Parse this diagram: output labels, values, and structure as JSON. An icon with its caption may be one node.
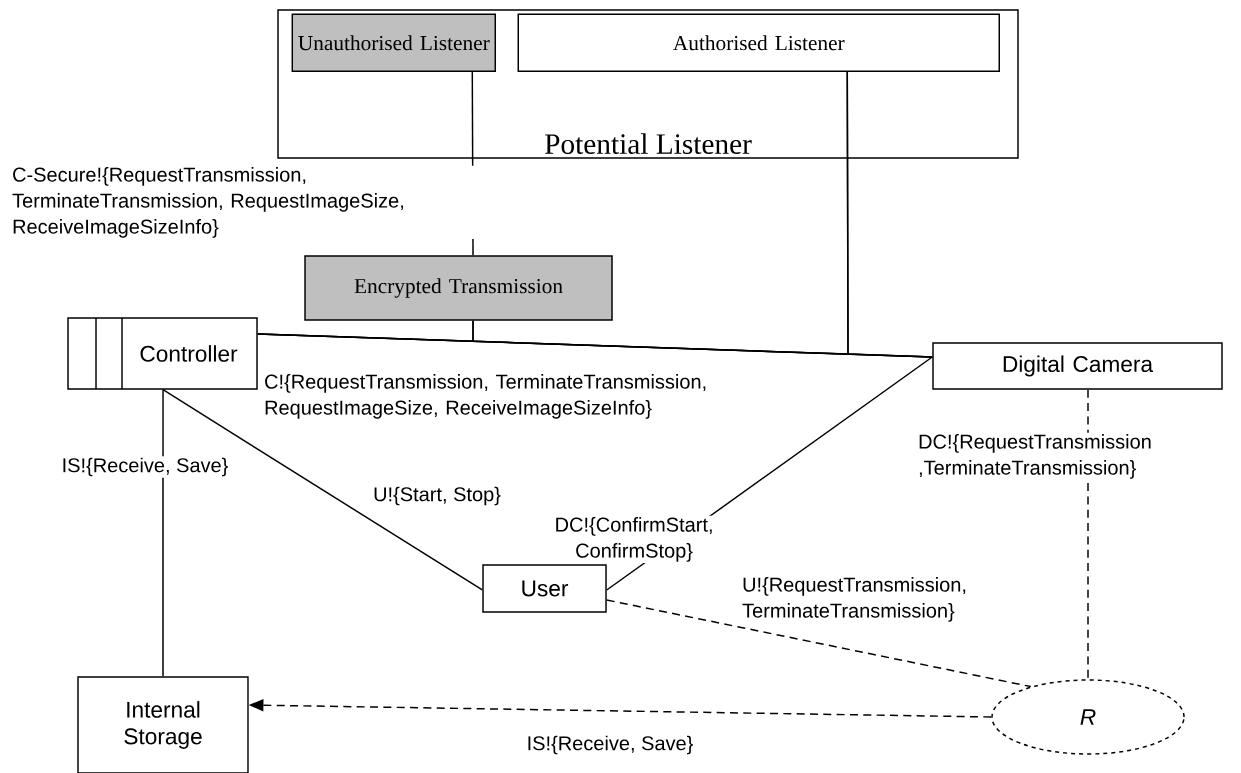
{
  "diagram": {
    "nodes": [
      {
        "text": [
          "Potential Listener"
        ]
      },
      {
        "text": [
          "Unauthorised Listener"
        ],
        "in": 0
      },
      {
        "text": [
          "Authorised Listener"
        ],
        "in": 0
      },
      {
        "text": [
          "Encrypted Transmission"
        ]
      },
      {
        "text": [
          "Controller"
        ]
      },
      {
        "text": [
          "Digital Camera"
        ]
      },
      {
        "text": [
          "User"
        ]
      },
      {
        "text": [
          "Internal Storage"
        ]
      },
      {
        "text": [
          "R"
        ]
      }
    ],
    "edges": [
      {
        "from": 1,
        "to": 3,
        "arrow": "none",
        "label": "C-Secure!{RequestTransmission, TerminateTransmission, RequestImageSize, ReceiveImageSizeInfo}"
      },
      {
        "from": 4,
        "to": 5,
        "arrow": "none",
        "label": "C!{RequestTransmission, TerminateTransmission, RequestImageSize, ReceiveImageSizeInfo}"
      },
      {
        "from": 3,
        "to": 4,
        "arrow": "none"
      },
      {
        "from": 3,
        "to": 5,
        "arrow": "none"
      },
      {
        "from": 2,
        "to": 4,
        "arrow": "none"
      },
      {
        "from": 2,
        "to": 5,
        "arrow": "none"
      },
      {
        "from": 4,
        "to": 6,
        "arrow": "none",
        "label": "U!{Start, Stop}"
      },
      {
        "from": 4,
        "to": 7,
        "arrow": "none",
        "label": "IS!{Receive, Save}"
      },
      {
        "from": 6,
        "to": 5,
        "arrow": "none",
        "label": "DC!{ConfirmStart, ConfirmStop}"
      },
      {
        "from": 6,
        "to": 8,
        "arrow": "none",
        "style": "dashed",
        "label": "U!{RequestTransmission, TerminateTransmission}"
      },
      {
        "from": 5,
        "to": 8,
        "arrow": "none",
        "style": "dashed",
        "label": "DC!{RequestTransmission ,TerminateTransmission}"
      },
      {
        "from": 8,
        "to": 7,
        "arrow": "to",
        "style": "dashed",
        "label": "IS!{Receive, Save}"
      }
    ]
  }
}
